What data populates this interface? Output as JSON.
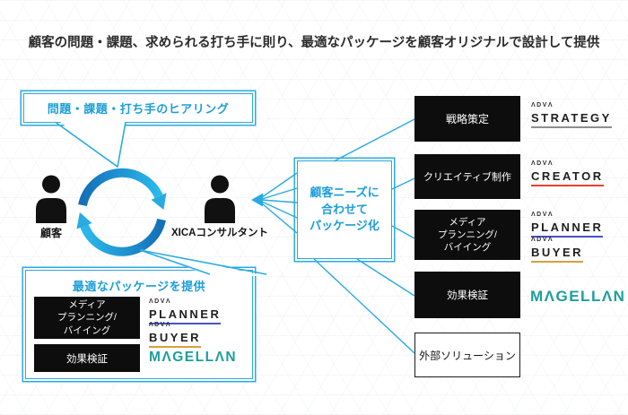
{
  "title": "顧客の問題・課題、求められる打ち手に則り、最適なパッケージを顧客オリジナルで設計して提供",
  "hearing_bubble": {
    "label": "問題・課題・打ち手のヒアリング"
  },
  "actors": {
    "customer_label": "顧客",
    "consultant_label": "XICAコンサルタント"
  },
  "packaging_box": {
    "label": "顧客ニーズに\n合わせて\nパッケージ化"
  },
  "package_bubble": {
    "title": "最適なパッケージを提供",
    "rows": [
      {
        "category": "メディア\nプランニング/\nバイイング"
      },
      {
        "category": "効果検証"
      }
    ]
  },
  "brand": {
    "mark": "ΛDVΛ"
  },
  "logos": {
    "strategy": {
      "name": "STRATEGY",
      "underline": "#8e8e8e"
    },
    "creator": {
      "name": "CREATOR",
      "underline": "#e8402f"
    },
    "planner": {
      "name": "PLANNER",
      "underline": "#4653c8"
    },
    "buyer": {
      "name": "BUYER",
      "underline": "#d8a03c"
    },
    "magellan": {
      "name": "MΛGELLΛN",
      "color": "#1f9e9b"
    }
  },
  "services": [
    {
      "label": "戦略策定"
    },
    {
      "label": "クリエイティブ制作"
    },
    {
      "label": "メディア\nプランニング/\nバイイング"
    },
    {
      "label": "効果検証"
    },
    {
      "label": "外部ソリューション"
    }
  ],
  "colors": {
    "accent_blue": "#29abe2",
    "text_blue": "#1c9ed9",
    "arc_dark": "#1470b8",
    "arc_light": "#2ab9ec",
    "box_black": "#0d0d0d"
  }
}
